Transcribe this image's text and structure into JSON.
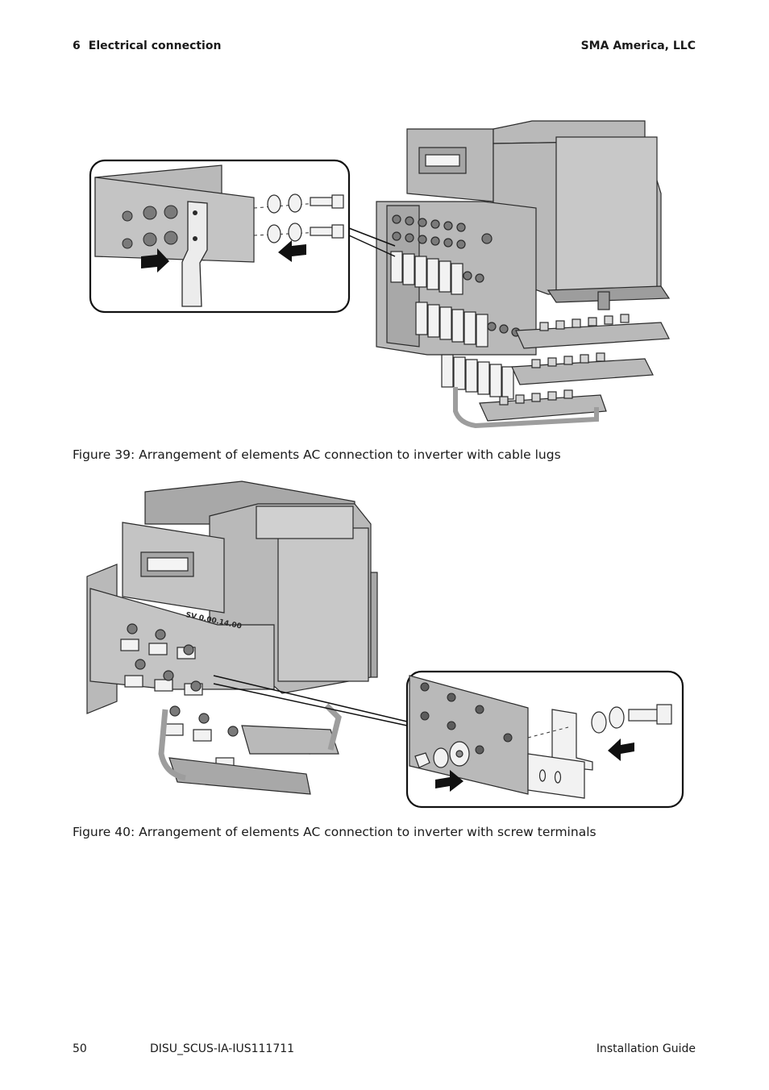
{
  "header": {
    "section_number": "6",
    "section_title": "Electrical connection",
    "company": "SMA America, LLC"
  },
  "figures": [
    {
      "caption": "Figure 39: Arrangement of elements AC connection to inverter with cable lugs"
    },
    {
      "caption": "Figure 40: Arrangement of elements AC connection to inverter with screw terminals",
      "device_label": "SV 0.00.14.00"
    }
  ],
  "footer": {
    "page_number": "50",
    "document_id": "DISU_SCUS-IA-IUS111711",
    "document_type": "Installation Guide"
  },
  "colors": {
    "metal": "#b9b9b9",
    "metal_dark": "#8f8f8f",
    "line": "#2a2a2a",
    "lug": "#f2f2f2",
    "arrow": "#111111"
  }
}
